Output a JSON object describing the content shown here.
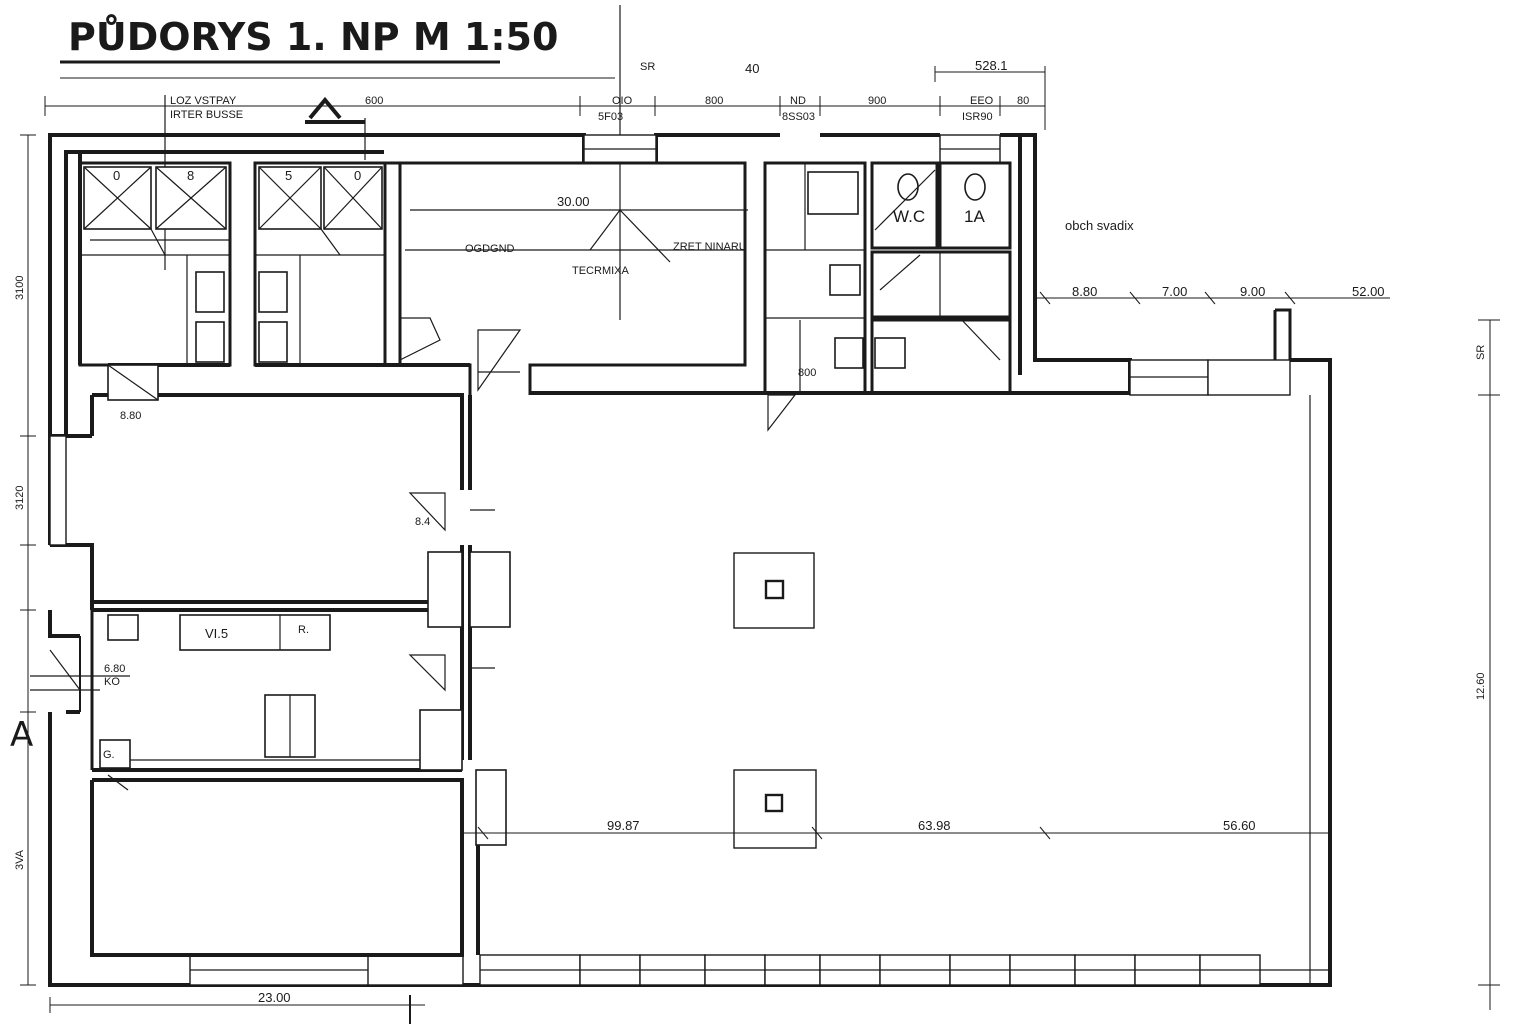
{
  "title": "PŮDORYS  1. NP  M 1:50",
  "section_marker": "A",
  "room_labels": {
    "room_tl_note1": "LOZ VSTPAY",
    "room_tl_note2": "IRTER BUSSE",
    "ogdgnd": "OGDGND",
    "termixa": "TECRMIXA",
    "zret": "ZRET NINARU",
    "dim_3000": "30.00",
    "wc": "W.C",
    "one_a": "1A",
    "obch": "obch svadix",
    "vis": "VI.5",
    "r": "R.",
    "g": "G."
  },
  "shower_numbers": [
    "0",
    "8",
    "5",
    "0"
  ],
  "dimensions_top": [
    "600",
    "OIO",
    "800",
    "ND",
    "900",
    "EEO",
    "80",
    "40",
    "528.1",
    "SR"
  ],
  "dimensions_top_sub": [
    "5F03",
    "8SS03",
    "ISR90"
  ],
  "dimensions_right_row": [
    "8.80",
    "7.00",
    "9.00",
    "52.00"
  ],
  "dimensions_mid": [
    "99.87",
    "63.98",
    "56.60"
  ],
  "dimensions_small": [
    "8.80",
    "800",
    "6.80",
    "KO",
    "8.4"
  ],
  "dimensions_bottom": [
    "23.00"
  ],
  "dimensions_left": [
    "3100",
    "3120",
    "3VA"
  ],
  "dimensions_right": [
    "12.60",
    "SR"
  ]
}
